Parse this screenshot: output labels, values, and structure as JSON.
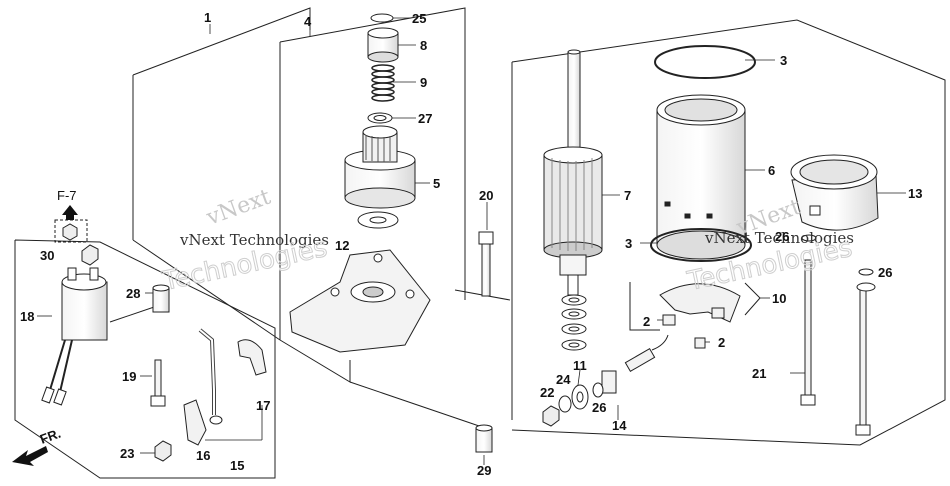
{
  "labels": [
    {
      "id": "1",
      "text": "1"
    },
    {
      "id": "4",
      "text": "4"
    },
    {
      "id": "25",
      "text": "25"
    },
    {
      "id": "8",
      "text": "8"
    },
    {
      "id": "9",
      "text": "9"
    },
    {
      "id": "27",
      "text": "27"
    },
    {
      "id": "5",
      "text": "5"
    },
    {
      "id": "12",
      "text": "12"
    },
    {
      "id": "20",
      "text": "20"
    },
    {
      "id": "7",
      "text": "7"
    },
    {
      "id": "3a",
      "text": "3"
    },
    {
      "id": "6",
      "text": "6"
    },
    {
      "id": "3b",
      "text": "3"
    },
    {
      "id": "13",
      "text": "13"
    },
    {
      "id": "26a",
      "text": "26"
    },
    {
      "id": "26b",
      "text": "26"
    },
    {
      "id": "10",
      "text": "10"
    },
    {
      "id": "2a",
      "text": "2"
    },
    {
      "id": "2b",
      "text": "2"
    },
    {
      "id": "21",
      "text": "21"
    },
    {
      "id": "11",
      "text": "11"
    },
    {
      "id": "24",
      "text": "24"
    },
    {
      "id": "22",
      "text": "22"
    },
    {
      "id": "26c",
      "text": "26"
    },
    {
      "id": "14",
      "text": "14"
    },
    {
      "id": "29",
      "text": "29"
    },
    {
      "id": "30",
      "text": "30"
    },
    {
      "id": "28",
      "text": "28"
    },
    {
      "id": "18",
      "text": "18"
    },
    {
      "id": "19",
      "text": "19"
    },
    {
      "id": "17",
      "text": "17"
    },
    {
      "id": "16",
      "text": "16"
    },
    {
      "id": "15",
      "text": "15"
    },
    {
      "id": "23",
      "text": "23"
    }
  ],
  "ref_label": "F-7",
  "direction_label": "FR.",
  "watermark": {
    "line1": "vNext",
    "line2": "vNext Technologies",
    "line3": "Technologies"
  }
}
